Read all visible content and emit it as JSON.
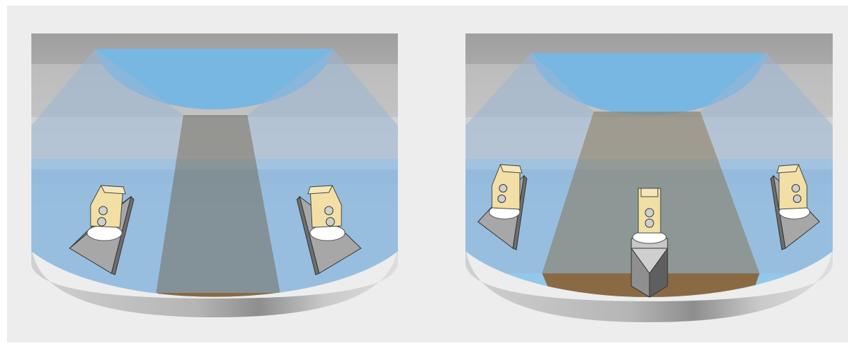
{
  "panels": [
    {
      "id": "left",
      "sensors": [
        "side-left",
        "side-right"
      ],
      "bottom_band": "mud-thin"
    },
    {
      "id": "right",
      "sensors": [
        "side-left",
        "center",
        "side-right"
      ],
      "bottom_band": "mud-wide"
    }
  ],
  "colors": {
    "background": "#ecedec",
    "wall_gray_dark": "#a3a3a3",
    "wall_gray_light": "#c7c7c7",
    "water": "#92c8ea",
    "water_surface": "#78b7e2",
    "beam": "#7a7f7a",
    "mud": "#8a6a44",
    "sensor_body": "#f1dfa6",
    "sensor_mount": "#6e6e6e"
  }
}
